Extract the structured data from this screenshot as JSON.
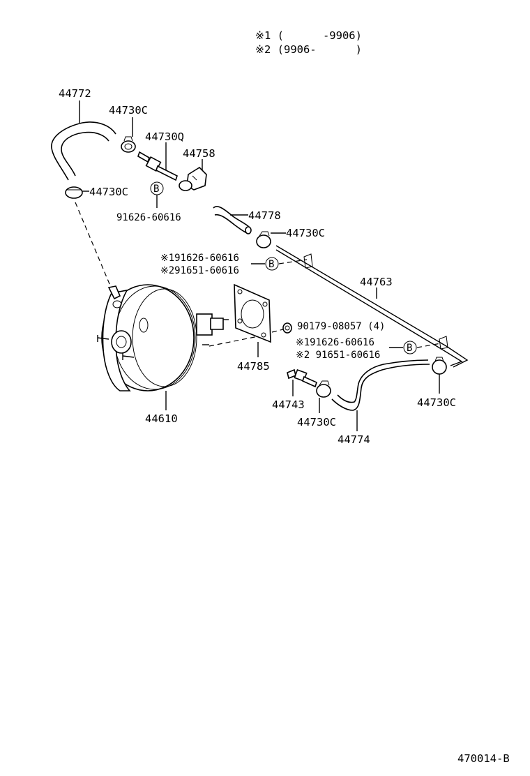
{
  "legend": {
    "note1": "※1 (      -9906)",
    "note2": "※2 (9906-      )"
  },
  "parts": {
    "p44772": "44772",
    "p44730c_top": "44730C",
    "p44730q": "44730Q",
    "p44758": "44758",
    "p44730c_left": "44730C",
    "p91626_top": "91626-60616",
    "p44778": "44778",
    "p44730c_mid": "44730C",
    "ref1_top": "※191626-60616",
    "ref2_top": "※291651-60616",
    "p44763": "44763",
    "p90179": "90179-08057 (4)",
    "ref1_right": "※191626-60616",
    "ref2_right": "※2 91651-60616",
    "p44785": "44785",
    "p44743": "44743",
    "p44730c_bottom": "44730C",
    "p44774": "44774",
    "p44730c_right": "44730C",
    "p44610": "44610"
  },
  "symbols": {
    "bolt_b": "B"
  },
  "footer": {
    "code": "470014-B"
  }
}
